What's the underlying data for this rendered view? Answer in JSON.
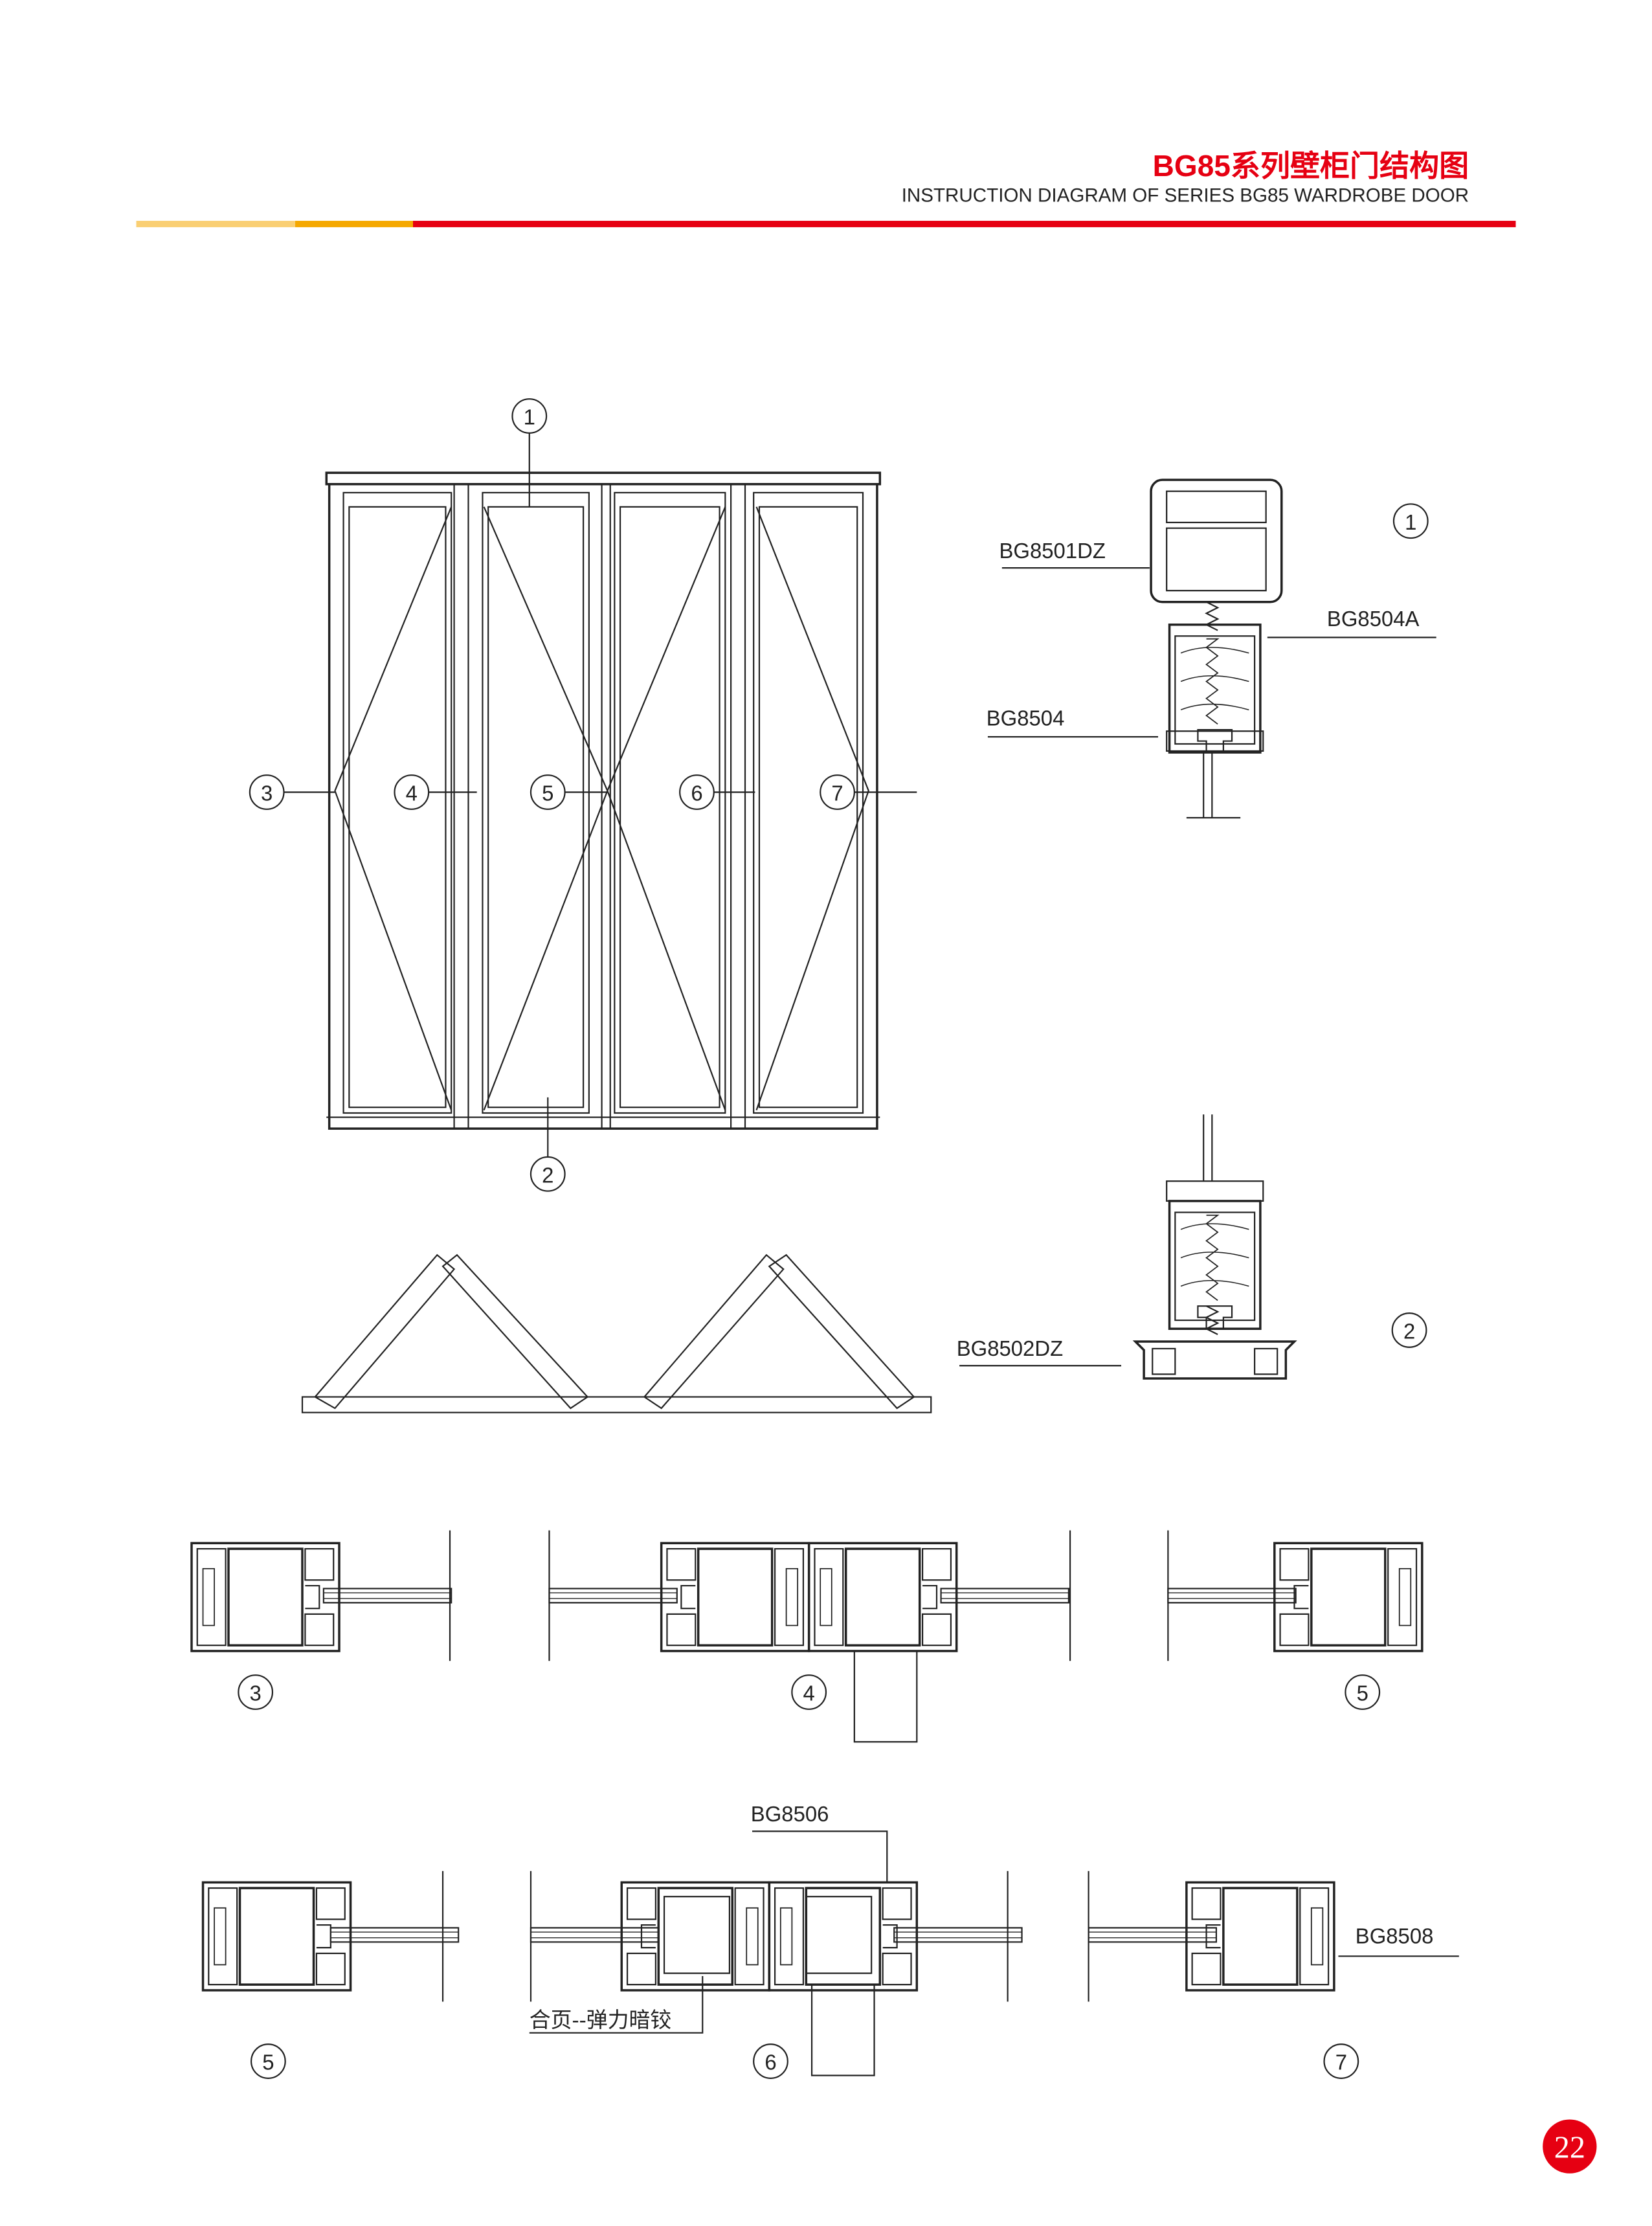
{
  "header": {
    "title": "BG85系列壁柜门结构图",
    "subtitle": "INSTRUCTION  DIAGRAM OF SERIES BG85 WARDROBE DOOR",
    "accent_red": "#e60012",
    "accent_yellow": "#f5a800"
  },
  "elevation": {
    "callouts": [
      "1",
      "2",
      "3",
      "4",
      "5",
      "6",
      "7"
    ]
  },
  "section_top": {
    "callout": "1",
    "labels": [
      "BG8501DZ",
      "BG8504A",
      "BG8504"
    ]
  },
  "section_bottom": {
    "callout": "2",
    "labels": [
      "BG8502DZ"
    ]
  },
  "row1": {
    "callouts": [
      "3",
      "4",
      "5"
    ]
  },
  "row2": {
    "callouts": [
      "5",
      "6",
      "7"
    ],
    "label_profile": "BG8506",
    "label_right": "BG8508",
    "label_hinge": "合页--弹力暗铰"
  },
  "page_number": "22"
}
